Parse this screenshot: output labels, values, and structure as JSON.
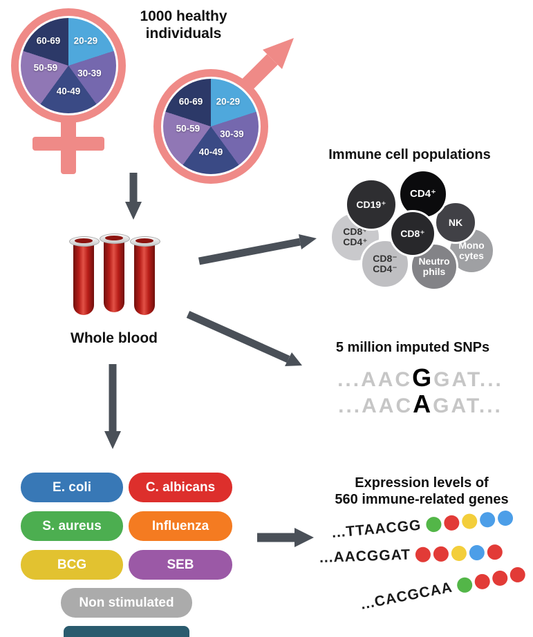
{
  "palette": {
    "gender": "#EF8A87",
    "arrow": "#4A5058"
  },
  "cohort": {
    "title": "1000 healthy\nindividuals"
  },
  "pie": {
    "segments": [
      {
        "label": "20-29",
        "color": "#4FA8DC"
      },
      {
        "label": "30-39",
        "color": "#7568AE"
      },
      {
        "label": "40-49",
        "color": "#3A4A85"
      },
      {
        "label": "50-59",
        "color": "#9077B5"
      },
      {
        "label": "60-69",
        "color": "#2C3968"
      }
    ]
  },
  "blood": {
    "label": "Whole blood"
  },
  "immune": {
    "title": "Immune cell populations",
    "cells": [
      {
        "label": "CD19⁺",
        "color": "#2E2E31"
      },
      {
        "label": "CD4⁺",
        "color": "#0B0B0D"
      },
      {
        "label": "NK",
        "color": "#414146"
      },
      {
        "label": "CD8⁺",
        "color": "#28282B"
      },
      {
        "label": "CD8⁺\nCD4⁺",
        "color": "#C9C9CC"
      },
      {
        "label": "Mono\ncytes",
        "color": "#9FA0A3"
      },
      {
        "label": "CD8⁻\nCD4⁻",
        "color": "#BFBFC2"
      },
      {
        "label": "Neutro\nphils",
        "color": "#838387"
      }
    ]
  },
  "snps": {
    "title": "5 million imputed SNPs",
    "seq1_pre": "...AAC",
    "seq1_snp": "G",
    "seq1_post": "GAT...",
    "seq2_pre": "...AAC",
    "seq2_snp": "A",
    "seq2_post": "GAT..."
  },
  "stimuli": {
    "items": [
      {
        "label": "E. coli",
        "color": "#3878B6"
      },
      {
        "label": "C. albicans",
        "color": "#DD2F2C"
      },
      {
        "label": "S. aureus",
        "color": "#4CAE50"
      },
      {
        "label": "Influenza",
        "color": "#F47B21"
      },
      {
        "label": "BCG",
        "color": "#E2C230"
      },
      {
        "label": "SEB",
        "color": "#9B59A6"
      },
      {
        "label": "Non stimulated",
        "color": "#ABABAB"
      }
    ]
  },
  "expression": {
    "title": "Expression levels of\n560 immune-related genes",
    "rows": [
      {
        "seq": "...TTAACGG",
        "dots": [
          "#53B648",
          "#E23B37",
          "#F3CE3B",
          "#4C9EE8",
          "#4C9EE8"
        ]
      },
      {
        "seq": "...AACGGAT",
        "dots": [
          "#E23B37",
          "#E23B37",
          "#F3CE3B",
          "#4C9EE8",
          "#E23B37"
        ]
      },
      {
        "seq": "...CACGCAA",
        "dots": [
          "#53B648",
          "#E23B37",
          "#E23B37",
          "#E23B37"
        ]
      }
    ]
  }
}
